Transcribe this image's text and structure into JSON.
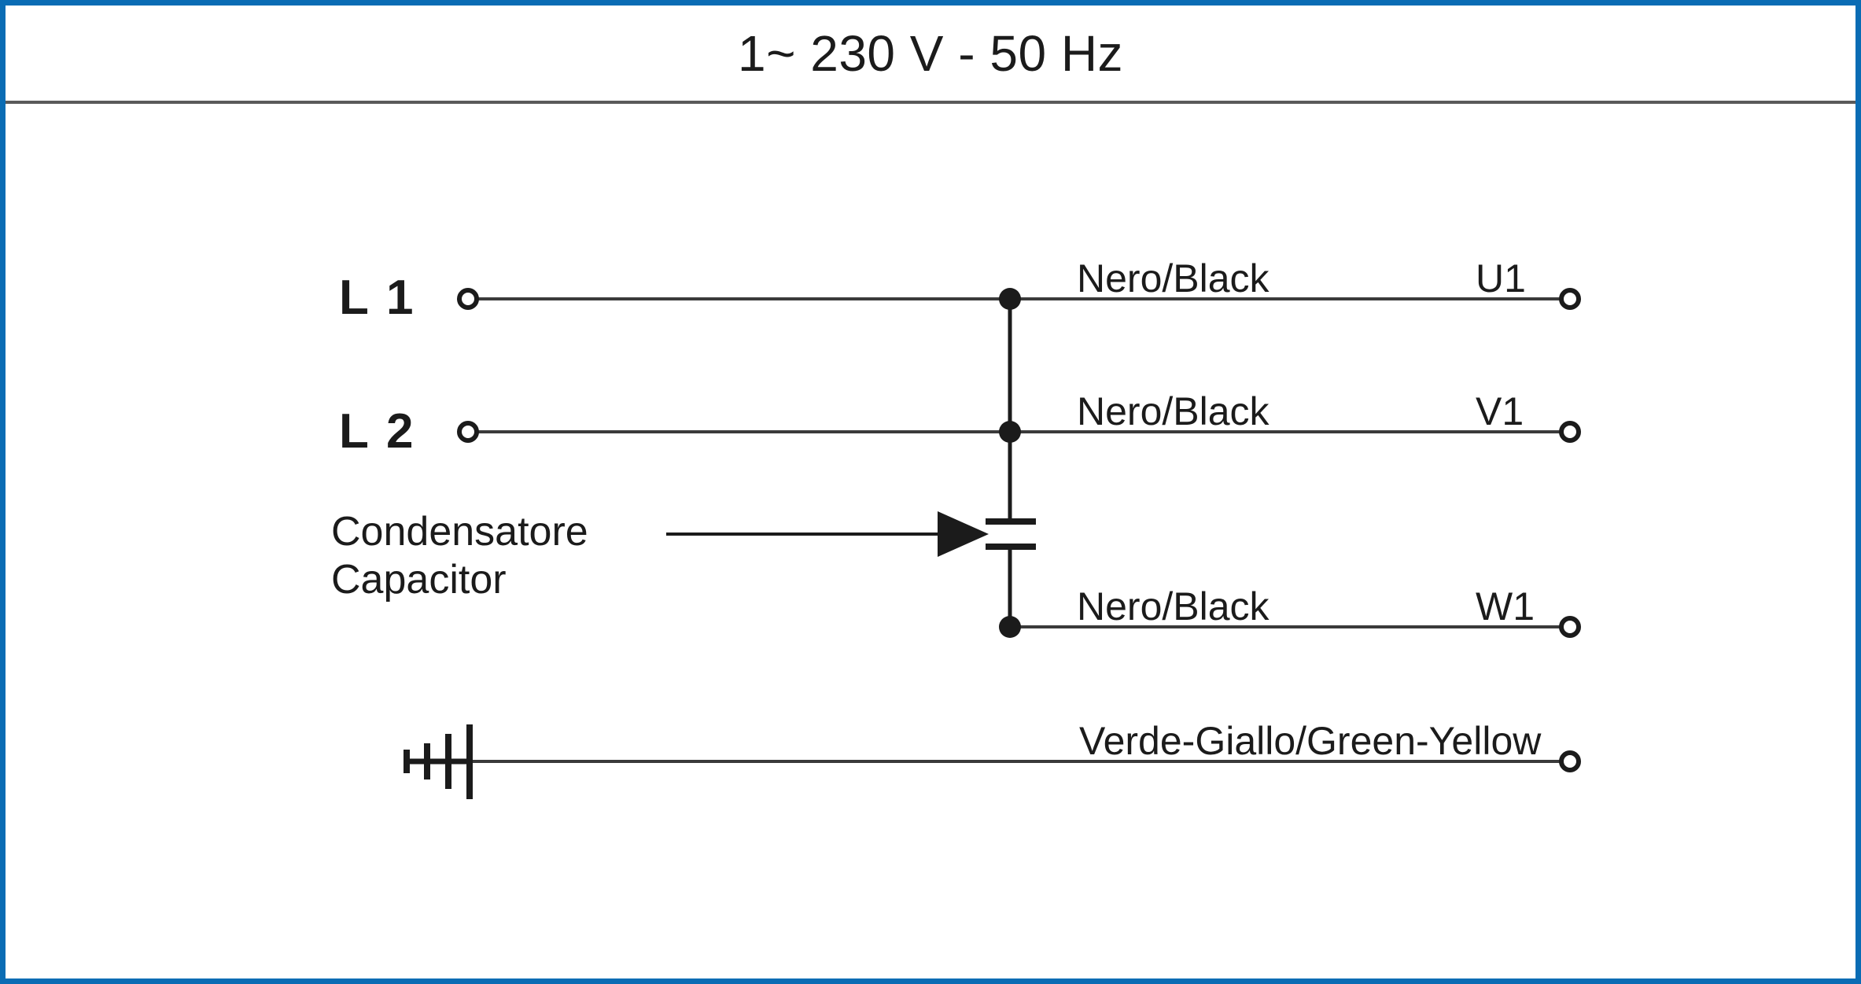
{
  "header": {
    "title": "1~ 230 V - 50 Hz"
  },
  "diagram": {
    "type": "wiring-diagram",
    "phases": [
      {
        "id": "l1",
        "label": "L 1"
      },
      {
        "id": "l2",
        "label": "L 2"
      }
    ],
    "capacitor": {
      "label_line1": "Condensatore",
      "label_line2": "Capacitor",
      "arrow": "arrow-right"
    },
    "wires": [
      {
        "id": "u1",
        "color_label": "Nero/Black",
        "terminal": "U1"
      },
      {
        "id": "v1",
        "color_label": "Nero/Black",
        "terminal": "V1"
      },
      {
        "id": "w1",
        "color_label": "Nero/Black",
        "terminal": "W1"
      },
      {
        "id": "earth",
        "color_label": "Verde-Giallo/Green-Yellow",
        "terminal": ""
      }
    ],
    "ground": {
      "symbol": "earth-ground-icon"
    }
  },
  "colors": {
    "border": "#0a6cb4",
    "rule": "#5a5a5a",
    "ink": "#1b1b1b",
    "wire": "#3a3a3a"
  }
}
